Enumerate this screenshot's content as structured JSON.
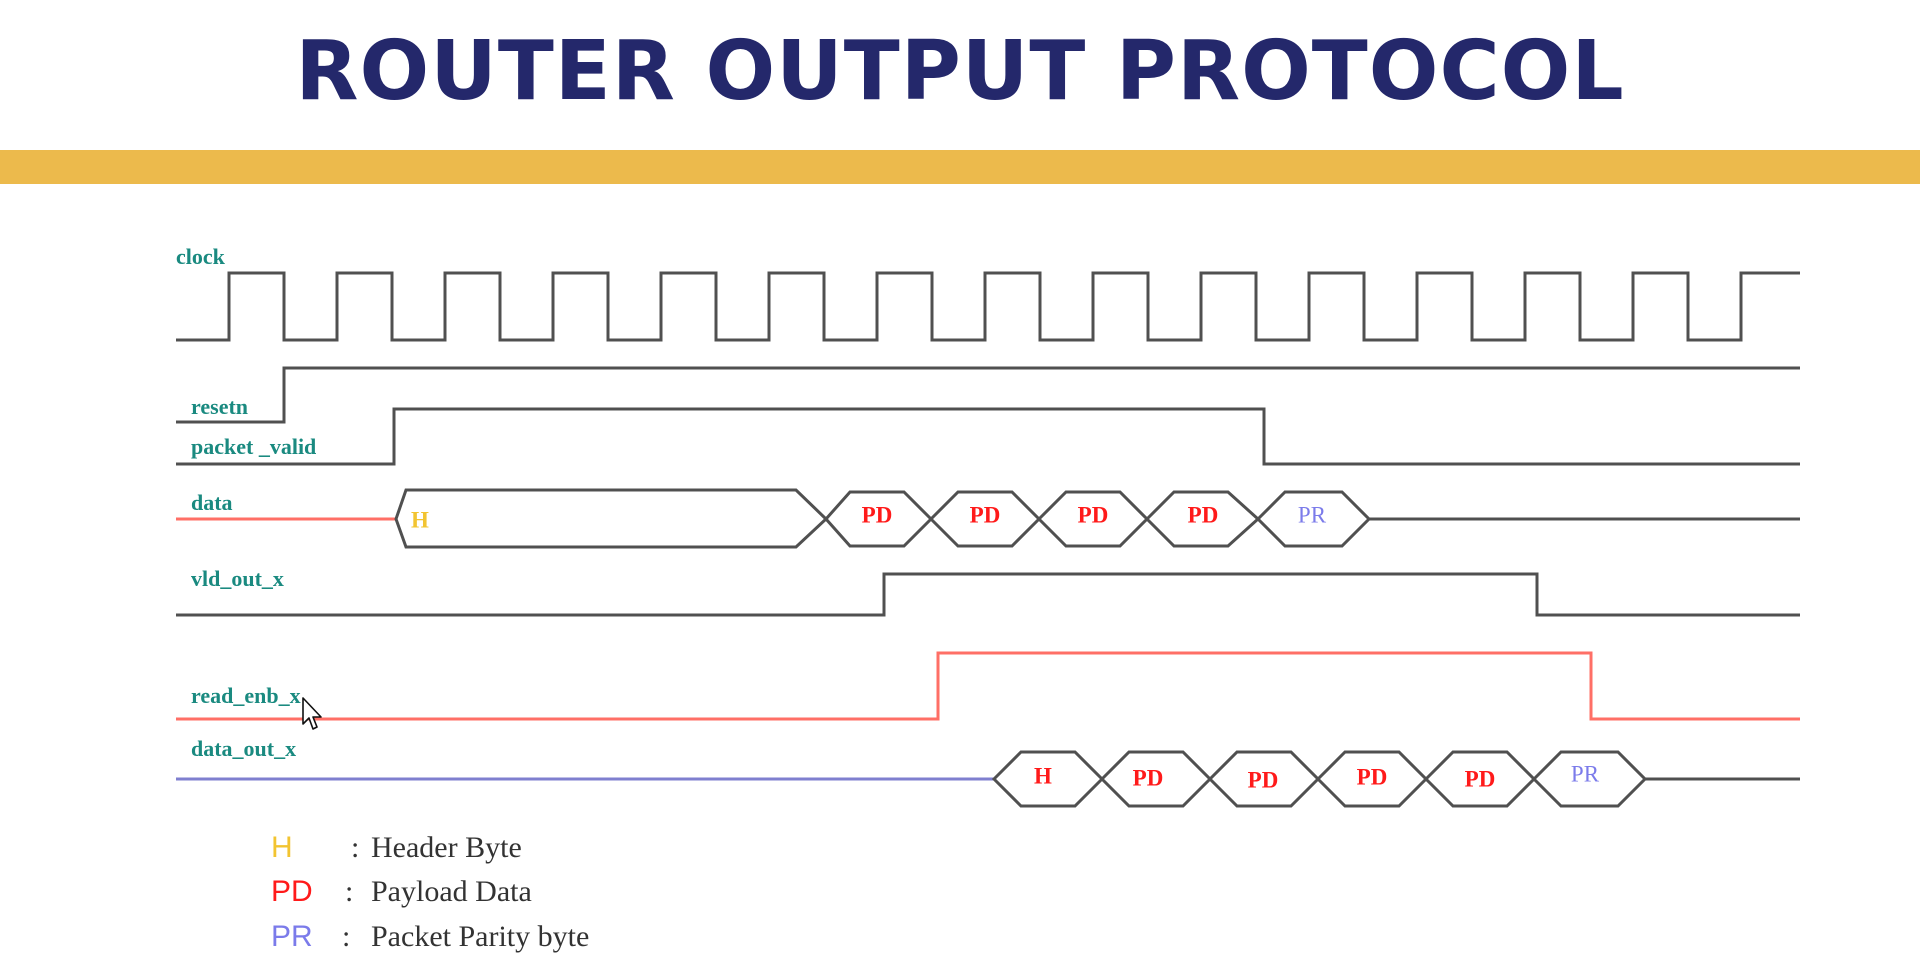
{
  "title": "ROUTER OUTPUT PROTOCOL",
  "colors": {
    "title": "#24286b",
    "title_bar": "#ecba4c",
    "signal_label": "#1a8a80",
    "wave": "#505050",
    "wave_red": "#ff6f66",
    "wave_blue": "#7f7fcf",
    "header": "#f2c431",
    "payload": "#ff1a1a",
    "parity": "#7b7bea"
  },
  "signals": {
    "clock": "clock",
    "resetn": "resetn",
    "packet_valid": "packet _valid",
    "data": "data",
    "vld_out_x": "vld_out_x",
    "read_enb_x": "read_enb_x",
    "data_out_x": "data_out_x"
  },
  "data_bus": [
    "H",
    "PD",
    "PD",
    "PD",
    "PD",
    "PR"
  ],
  "data_out_bus": [
    "H",
    "PD",
    "PD",
    "PD",
    "PD",
    "PR"
  ],
  "legend": [
    {
      "abbr": "H",
      "sep": ":",
      "desc": "Header Byte",
      "color": "#f2c431"
    },
    {
      "abbr": "PD",
      "sep": ":",
      "desc": "Payload Data",
      "color": "#ff1a1a"
    },
    {
      "abbr": "PR",
      "sep": ":",
      "desc": "Packet Parity byte",
      "color": "#7b7bea"
    }
  ]
}
